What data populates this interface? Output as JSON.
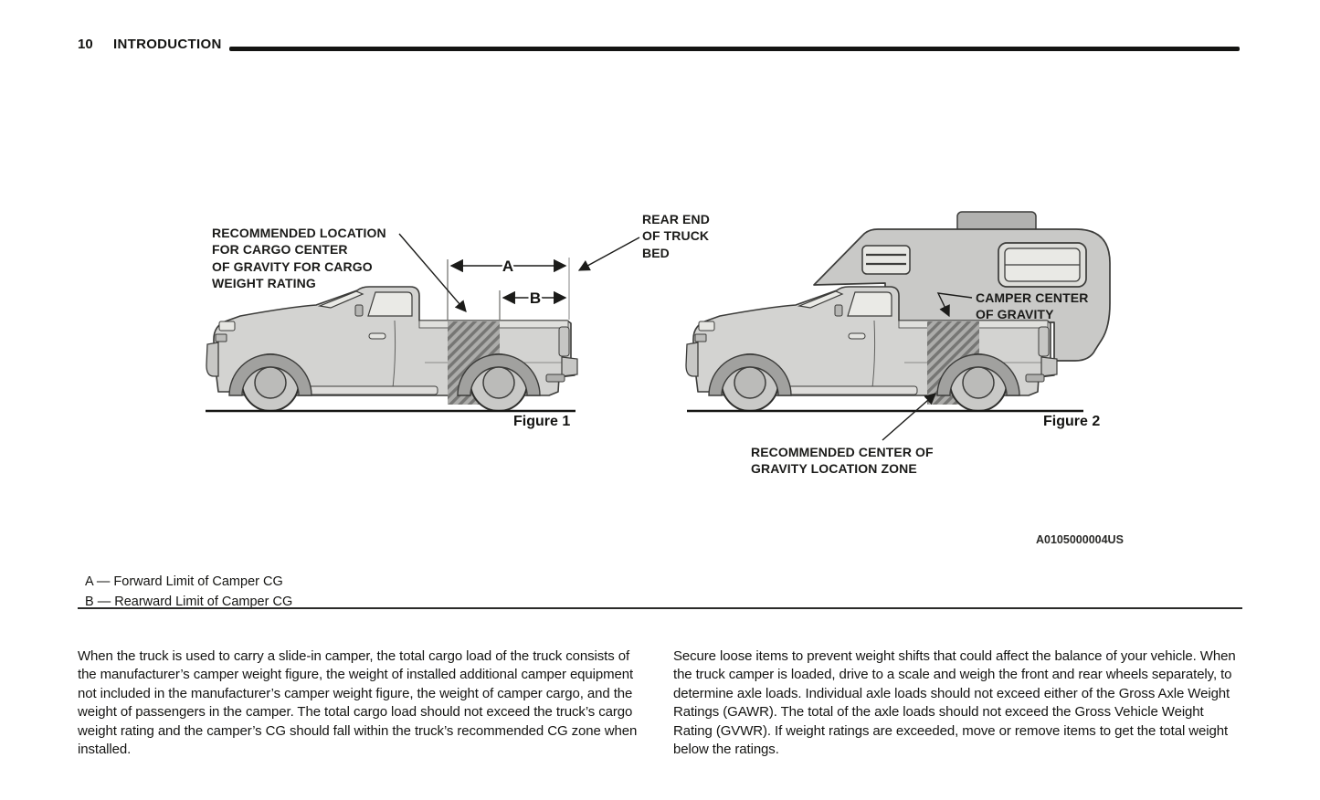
{
  "header": {
    "page_number": "10",
    "chapter_title": "INTRODUCTION"
  },
  "figure1": {
    "caption": "Figure 1",
    "cargo_cg_label": "RECOMMENDED LOCATION\nFOR CARGO CENTER\nOF GRAVITY FOR CARGO\nWEIGHT RATING",
    "rear_end_label": "REAR END\nOF TRUCK\nBED",
    "dim_a_label": "A",
    "dim_b_label": "B"
  },
  "figure2": {
    "caption": "Figure 2",
    "camper_cg_label": "CAMPER CENTER\nOF GRAVITY",
    "cg_zone_label": "RECOMMENDED CENTER OF\nGRAVITY LOCATION ZONE"
  },
  "artwork_code": "A0105000004US",
  "legend": {
    "item_a": "A — Forward Limit of Camper CG",
    "item_b": "B — Rearward Limit of Camper CG"
  },
  "body_text": {
    "left_column": "When the truck is used to carry a slide-in camper, the total cargo load of the truck consists of the manufacturer’s camper weight figure, the weight of installed additional camper equipment not included in the manufacturer’s camper weight figure, the weight of camper cargo, and the weight of passengers in the camper. The total cargo load should not exceed the truck’s cargo weight rating and the camper’s CG should fall within the truck’s recommended CG zone when installed.",
    "right_column": "Secure loose items to prevent weight shifts that could affect the balance of your vehicle. When the truck camper is loaded, drive to a scale and weigh the front and rear wheels separately, to determine axle loads. Individual axle loads should not exceed either of the Gross Axle Weight Ratings (GAWR). The total of the axle loads should not exceed the Gross Vehicle Weight Rating (GVWR). If weight ratings are exceeded, move or remove items to get the total weight below the ratings."
  },
  "colors": {
    "ink": "#141412",
    "truck_body": "#d3d3d1",
    "camper_body": "#c9c9c7",
    "hatch_base": "#acacaa",
    "hatch_stripe": "#767674"
  }
}
